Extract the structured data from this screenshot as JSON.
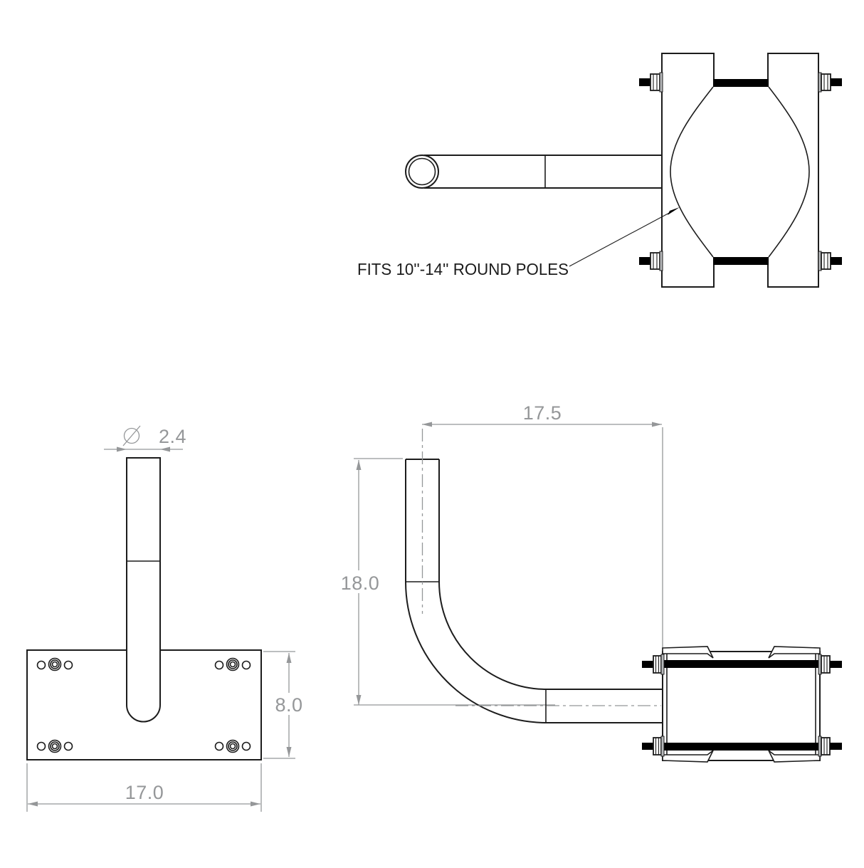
{
  "drawing": {
    "type": "cad-technical-drawing",
    "callout": {
      "text": "FITS 10''-14'' ROUND POLES",
      "arrow_icon": "leader-arrow-icon"
    },
    "dimensions": {
      "tube_diameter": {
        "symbol_icon": "diameter-icon",
        "value": "2.4"
      },
      "plate_height": {
        "value": "8.0"
      },
      "plate_width": {
        "value": "17.0"
      },
      "arm_reach": {
        "value": "17.5"
      },
      "arm_height": {
        "value": "18.0"
      }
    },
    "colors": {
      "outline": "#1c1c1c",
      "dimension": "#959799",
      "solid": "#000000",
      "washer": "#b6b8ba",
      "background": "#ffffff"
    }
  }
}
